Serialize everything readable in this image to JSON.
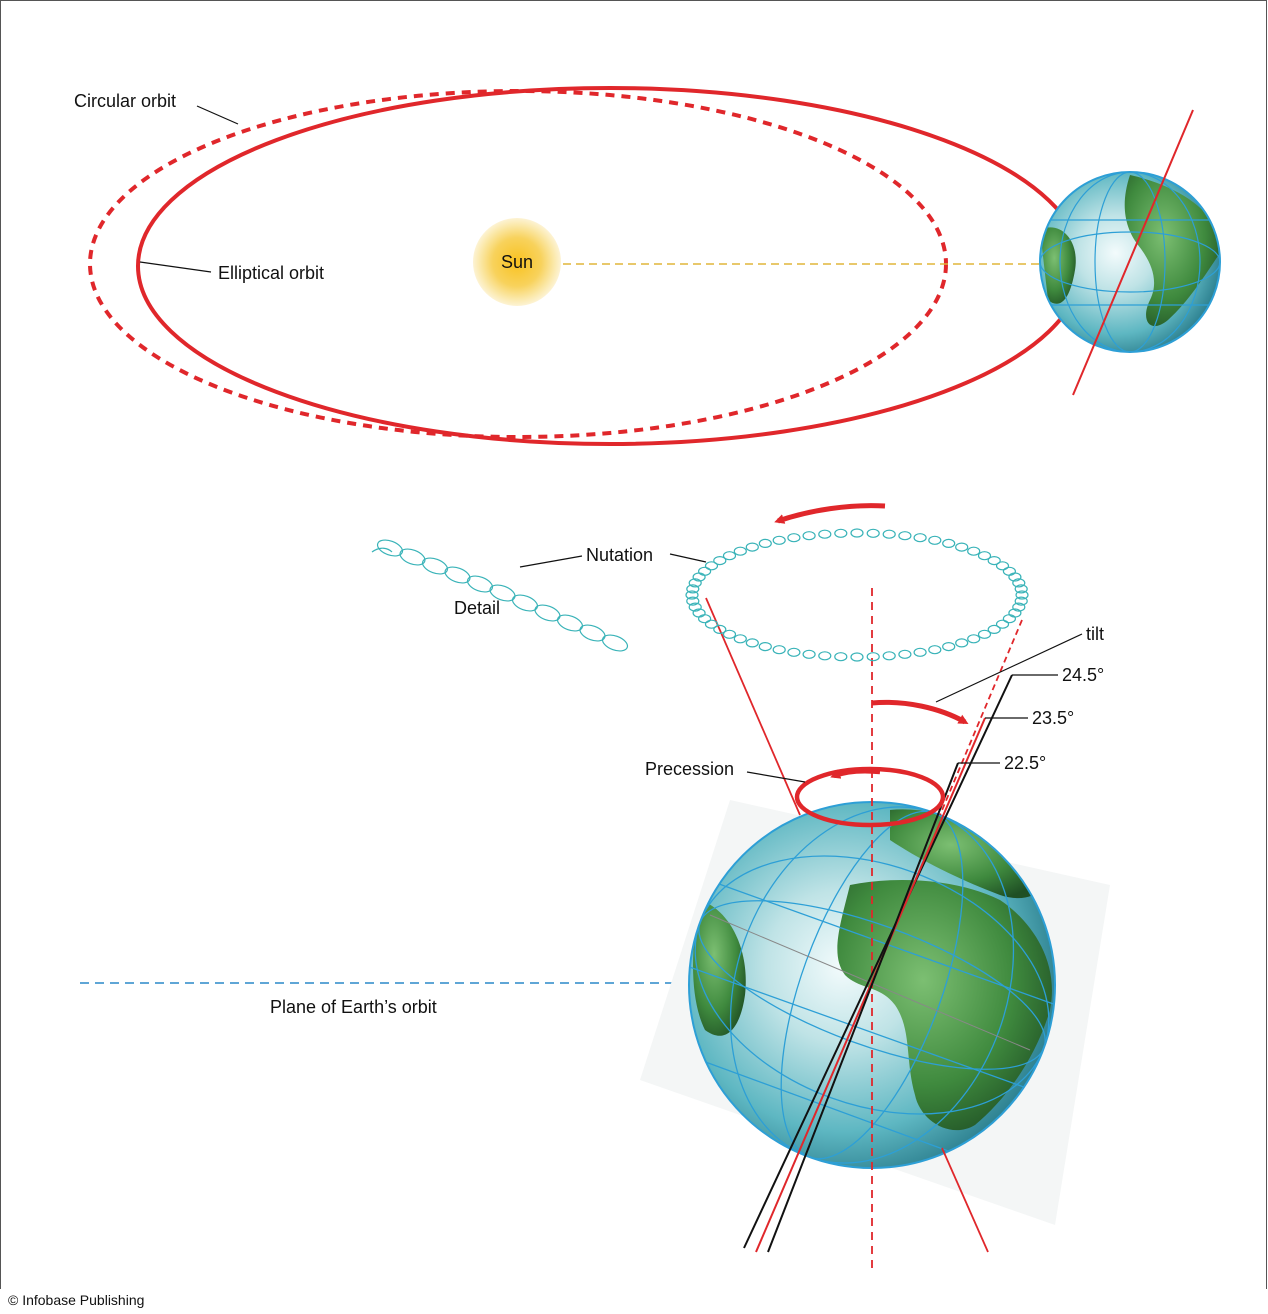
{
  "labels": {
    "circular_orbit": "Circular orbit",
    "elliptical_orbit": "Elliptical orbit",
    "sun": "Sun",
    "nutation": "Nutation",
    "detail": "Detail",
    "tilt": "tilt",
    "tilt_max": "24.5°",
    "tilt_mid": "23.5°",
    "tilt_min": "22.5°",
    "precession": "Precession",
    "orbit_plane": "Plane of Earth’s orbit"
  },
  "copyright": "© Infobase Publishing",
  "colors": {
    "orbit_red": "#e0272b",
    "nutation_teal": "#39b3b8",
    "orbit_plane_blue": "#2a88c8",
    "sun_yellow": "#f6c233",
    "ocean": "#4fb7c6",
    "land": "#3f8a3e"
  }
}
